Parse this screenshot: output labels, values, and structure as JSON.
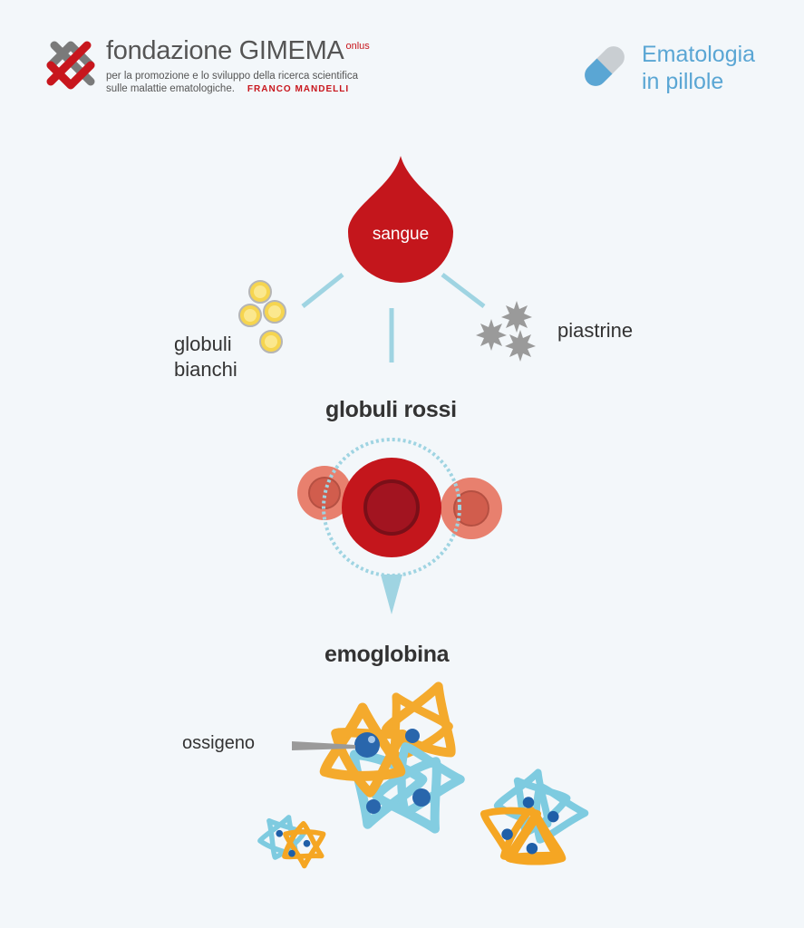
{
  "header": {
    "org_name": "fondazione GIMEMA",
    "org_suffix": "onlus",
    "tagline_line1": "per la promozione e lo sviluppo della ricerca scientifica",
    "tagline_line2": "sulle malattie ematologiche.",
    "founder": "FRANCO MANDELLI",
    "series_line1": "Ematologia",
    "series_line2": "in pillole"
  },
  "diagram": {
    "blood_label": "sangue",
    "white_cells_line1": "globuli",
    "white_cells_line2": "bianchi",
    "platelets_label": "piastrine",
    "red_cells_heading": "globuli rossi",
    "hemoglobin_heading": "emoglobina",
    "oxygen_label": "ossigeno"
  },
  "icons": {
    "logo": "gimema-logo-icon",
    "pill": "pill-icon",
    "drop": "blood-drop-icon",
    "white_cells": "white-blood-cells-icon",
    "platelets": "platelets-icon",
    "red_cells": "red-blood-cells-icon",
    "hemoglobin": "hemoglobin-molecule-icon"
  },
  "colors": {
    "brand_red": "#c8161d",
    "brand_grey": "#555555",
    "accent_blue": "#5aa6d4",
    "connector_blue": "#9fd4e2",
    "orange": "#f5a623",
    "light_blue": "#7ecbe0",
    "dark_blue": "#1f5fa8"
  }
}
